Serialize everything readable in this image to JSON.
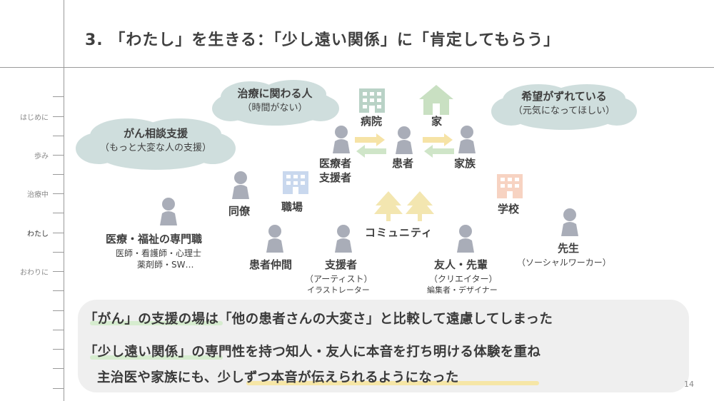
{
  "title": "3. 「わたし」を生きる：「少し遠い関係」に「肯定してもらう」",
  "nav": [
    "はじめに",
    "歩み",
    "治療中",
    "わたし",
    "おわりに"
  ],
  "clouds": {
    "iryou": {
      "line1": "治療に関わる人",
      "line2": "（時間がない）"
    },
    "gan": {
      "line1": "がん相談支援",
      "line2": "（もっと大変な人の支援）"
    },
    "kibou": {
      "line1": "希望がずれている",
      "line2": "（元気になってほしい）"
    }
  },
  "places": {
    "hospital": "病院",
    "home": "家",
    "workplace": "職場",
    "school": "学校",
    "community": "コミュニティ"
  },
  "people": {
    "medical": {
      "line1": "医療者",
      "line2": "支援者"
    },
    "patient": "患者",
    "family": "家族",
    "colleague": "同僚",
    "professional": {
      "label": "医療・福祉の専門職",
      "sub1": "医師・看護師・心理士",
      "sub2": "薬剤師・SW…"
    },
    "peer": "患者仲間",
    "supporter": {
      "label": "支援者",
      "sub1": "（アーティスト）",
      "sub2": "イラストレーター"
    },
    "friend": {
      "label": "友人・先輩",
      "sub1": "（クリエイター）",
      "sub2": "編集者・デザイナー"
    },
    "teacher": {
      "label": "先生",
      "sub1": "（ソーシャルワーカー）"
    }
  },
  "summary": [
    "「がん」の支援の場は「他の患者さんの大変さ」と比較して遠慮してしまった",
    "「少し遠い関係」の専門性を持つ知人・友人に本音を打ち明ける体験を重ね",
    "主治医や家族にも、少しずつ本音が伝えられるようになった"
  ],
  "page_number": "14",
  "colors": {
    "cloud": "#cfdedd",
    "person": "#a9adb8",
    "hospital": "#b9d2c6",
    "home": "#c9e0c2",
    "workplace": "#c9d8ee",
    "school": "#f7d3c2",
    "tree": "#f3e6b0",
    "arrow_yellow": "#f6e3a6",
    "arrow_green": "#cfe5c8",
    "highlight_green": "#d6eccf",
    "highlight_yellow": "#f6e6a6"
  }
}
